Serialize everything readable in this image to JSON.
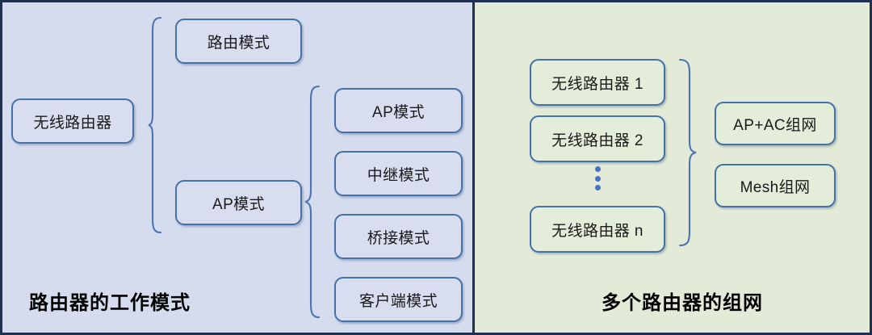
{
  "diagram": {
    "panels": [
      {
        "id": "router-working-modes",
        "caption": "路由器的工作模式",
        "background_color": "#d5dcee",
        "nodes": {
          "root": "无线路由器",
          "level1": [
            "路由模式",
            "AP模式"
          ],
          "level2": [
            "AP模式",
            "中继模式",
            "桥接模式",
            "客户端模式"
          ]
        }
      },
      {
        "id": "multi-router-networking",
        "caption": "多个路由器的组网",
        "background_color": "#e3ebd8",
        "nodes": {
          "routers": [
            "无线路由器 1",
            "无线路由器 2",
            "无线路由器 n"
          ],
          "ellipsis": "⋮",
          "networking": [
            "AP+AC组网",
            "Mesh组网"
          ]
        }
      }
    ],
    "colors": {
      "panel_border": "#1f3050",
      "node_border": "#4472a8",
      "brace_stroke": "#4a74b4",
      "dot_color": "#4472c4",
      "node_fill_blue": "#d8def0",
      "node_fill_green": "#e4ecda",
      "text": "#1a1a1a"
    }
  }
}
